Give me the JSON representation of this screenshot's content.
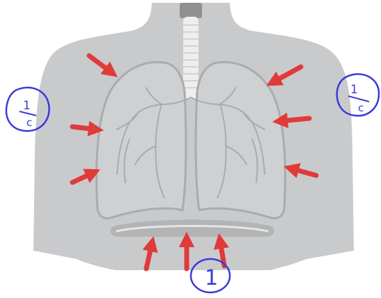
{
  "colors": {
    "torso": "#c9cacc",
    "lung_fill": "#cfd0d2",
    "lung_outline": "#a9abae",
    "trachea": "#eeeeee",
    "neck_top": "#8f9092",
    "diaphragm": "#b2b4b6",
    "arrow": "#e03a3a",
    "annotation_ink": "#3a3ad8"
  },
  "icons": {
    "arrows": "red-arrow-icon",
    "annotations": "circled-handwritten-note"
  },
  "annotations": {
    "left": {
      "numerator": "1",
      "denominator": "c"
    },
    "right": {
      "numerator": "1",
      "denominator": "c"
    },
    "bottom": {
      "text": "1"
    }
  }
}
